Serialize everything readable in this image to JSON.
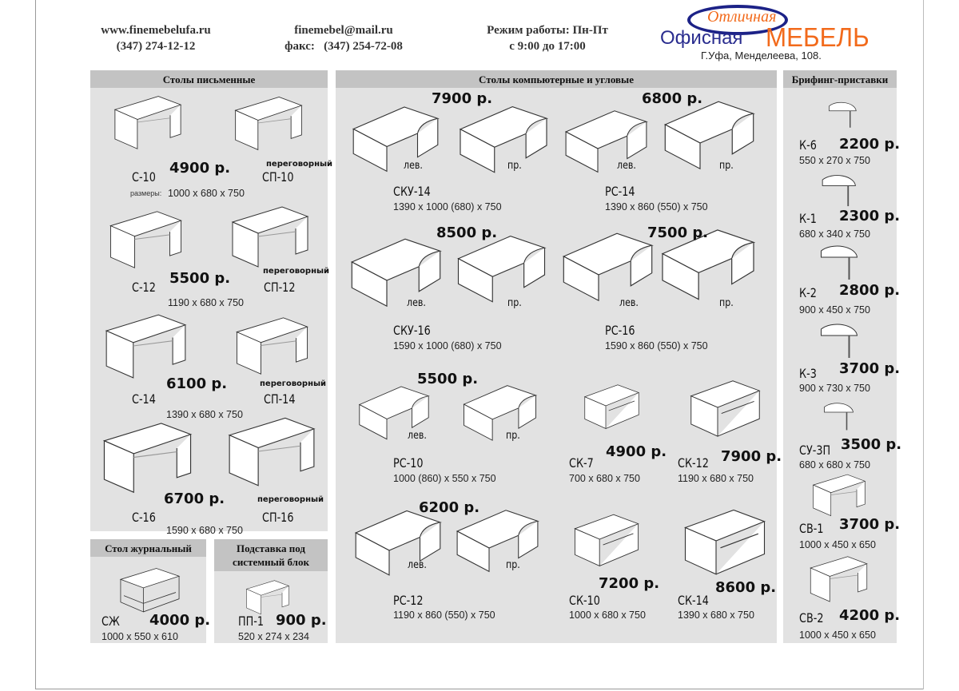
{
  "header": {
    "website": "www.finemebelufa.ru",
    "phone": "(347) 274-12-12",
    "email": "finemebel@mail.ru",
    "fax_label": "факс:",
    "fax": "(347) 254-72-08",
    "hours_label": "Режим работы: Пн-Пт",
    "hours": "с 9:00 до 17:00"
  },
  "logo": {
    "tagline": "Отличная",
    "word1": "Офисная",
    "word2": "МЕБЕЛЬ",
    "address": "Г.Уфа, Менделеева, 108."
  },
  "sections": {
    "writing": "Столы письменные",
    "computer": "Столы компьютерные и угловые",
    "briefing": "Брифинг-приставки",
    "coffee": "Стол журнальный",
    "stand": "Подставка под системный блок"
  },
  "labels": {
    "sizes_prefix": "размеры:",
    "meeting": "переговорный",
    "left": "лев.",
    "right": "пр."
  },
  "items": [
    {
      "name": "С-10",
      "price": "4900 р.",
      "size": "1000 x 680 x 750"
    },
    {
      "name": "СП-10"
    },
    {
      "name": "С-12",
      "price": "5500 р.",
      "size": "1190 x 680 x 750"
    },
    {
      "name": "СП-12"
    },
    {
      "name": "С-14",
      "price": "6100 р.",
      "size": "1390 x 680 x 750"
    },
    {
      "name": "СП-14"
    },
    {
      "name": "С-16",
      "price": "6700 р.",
      "size": "1590 x 680 x 750"
    },
    {
      "name": "СП-16"
    },
    {
      "name": "СКУ-14",
      "price": "7900 р.",
      "size": "1390 x 1000 (680) x 750"
    },
    {
      "name": "РС-14",
      "price": "6800 р.",
      "size": "1390 x 860 (550) x 750"
    },
    {
      "name": "СКУ-16",
      "price": "8500 р.",
      "size": "1590 x 1000 (680) x 750"
    },
    {
      "name": "РС-16",
      "price": "7500 р.",
      "size": "1590 x 860 (550) x 750"
    },
    {
      "name": "РС-10",
      "price": "5500 р.",
      "size": "1000 (860) x 550 x 750"
    },
    {
      "name": "СК-7",
      "price": "4900 р.",
      "size": "700 x 680 x 750"
    },
    {
      "name": "СК-12",
      "price": "7900 р.",
      "size": "1190 x 680 x 750"
    },
    {
      "name": "РС-12",
      "price": "6200 р.",
      "size": "1190 x 860 (550) x 750"
    },
    {
      "name": "СК-10",
      "price": "7200 р.",
      "size": "1000 x 680 x 750"
    },
    {
      "name": "СК-14",
      "price": "8600 р.",
      "size": "1390 x 680 x 750"
    },
    {
      "name": "К-6",
      "price": "2200 р.",
      "size": "550 x 270 x 750"
    },
    {
      "name": "К-1",
      "price": "2300 р.",
      "size": "680 x 340 x 750"
    },
    {
      "name": "К-2",
      "price": "2800 р.",
      "size": "900 x 450 x 750"
    },
    {
      "name": "К-3",
      "price": "3700 р.",
      "size": "900 x 730 x 750"
    },
    {
      "name": "СУ-3П",
      "price": "3500 р.",
      "size": "680 x 680 x 750"
    },
    {
      "name": "СВ-1",
      "price": "3700 р.",
      "size": "1000 x 450 x 650"
    },
    {
      "name": "СВ-2",
      "price": "4200 р.",
      "size": "1000 x 450 x 650"
    },
    {
      "name": "СЖ",
      "price": "4000 р.",
      "size": "1000 x 550 x 610"
    },
    {
      "name": "ПП-1",
      "price": "900 р.",
      "size": "520 x 274 x 234"
    }
  ]
}
